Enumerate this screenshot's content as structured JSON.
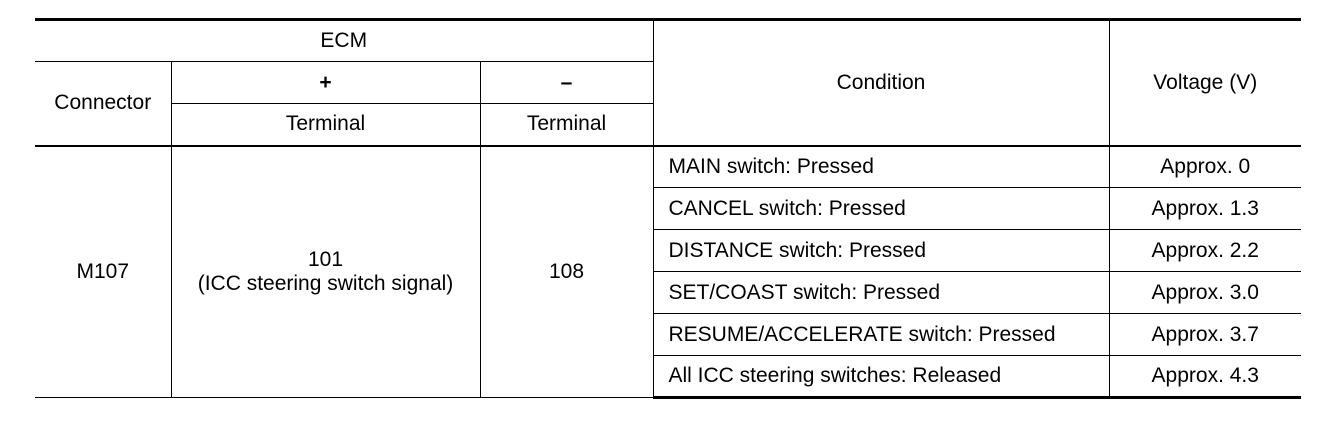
{
  "table": {
    "header": {
      "ecm": "ECM",
      "connector": "Connector",
      "plus": "+",
      "minus": "–",
      "terminal_plus": "Terminal",
      "terminal_minus": "Terminal",
      "condition": "Condition",
      "voltage": "Voltage (V)"
    },
    "body": {
      "connector": "M107",
      "plus_terminal": "101",
      "plus_terminal_desc": "(ICC steering switch signal)",
      "minus_terminal": "108",
      "rows": [
        {
          "condition": "MAIN switch: Pressed",
          "voltage": "Approx. 0"
        },
        {
          "condition": "CANCEL switch: Pressed",
          "voltage": "Approx. 1.3"
        },
        {
          "condition": "DISTANCE switch: Pressed",
          "voltage": "Approx. 2.2"
        },
        {
          "condition": "SET/COAST switch: Pressed",
          "voltage": "Approx. 3.0"
        },
        {
          "condition": "RESUME/ACCELERATE switch: Pressed",
          "voltage": "Approx. 3.7"
        },
        {
          "condition": "All ICC steering switches: Released",
          "voltage": "Approx. 4.3"
        }
      ]
    }
  }
}
